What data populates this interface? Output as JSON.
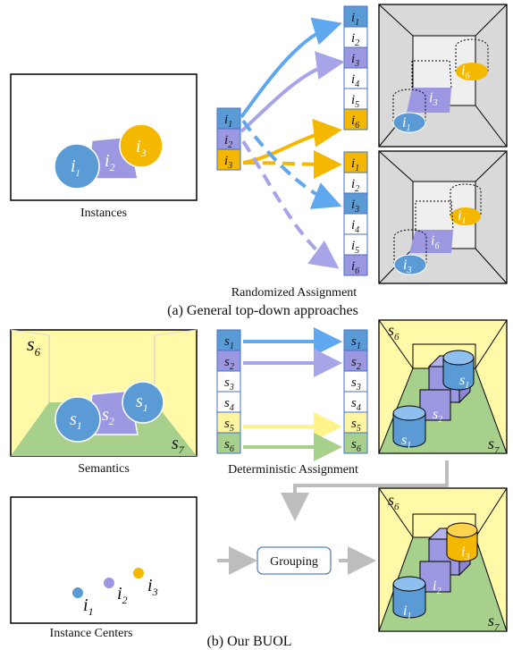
{
  "captions": {
    "instances": "Instances",
    "randomized": "Randomized Assignment",
    "part_a": "(a) General top-down approaches",
    "semantics": "Semantics",
    "deterministic": "Deterministic Assignment",
    "grouping": "Grouping",
    "instance_centers": "Instance Centers",
    "part_b": "(b) Our BUOL"
  },
  "colors": {
    "blue": "#5b9bd5",
    "blue_light": "#8fbfef",
    "purple": "#9b97e0",
    "purple_light": "#b5b2ee",
    "yellow": "#f5b800",
    "yellow_light": "#fff5a0",
    "green": "#a8d08d",
    "green_line": "#8fc06e",
    "room_gray": "#e6e6e6",
    "grey_arrow": "#bdbdbd"
  },
  "labels": {
    "i": "i",
    "s": "s",
    "instance_left": [
      "1",
      "2",
      "3"
    ],
    "instance_col": [
      "1",
      "2",
      "3",
      "4",
      "5",
      "6"
    ],
    "semantic_col": [
      "1",
      "2",
      "3",
      "4",
      "5",
      "6"
    ],
    "scene_sem": {
      "s6": "6",
      "s7": "7",
      "s1a": "1",
      "s2": "2",
      "s1b": "1"
    },
    "center_sub": [
      "1",
      "2",
      "3"
    ],
    "room_a1": [
      "1",
      "3",
      "6"
    ],
    "room_a2": [
      "3",
      "6",
      "1"
    ],
    "room_b1": {
      "s6": "6",
      "s1_cyl": "1",
      "s2": "2",
      "s1_front": "1",
      "s7": "7"
    },
    "room_b2": {
      "s6": "6",
      "i3": "3",
      "i2": "2",
      "i1": "1",
      "s7": "7"
    }
  }
}
